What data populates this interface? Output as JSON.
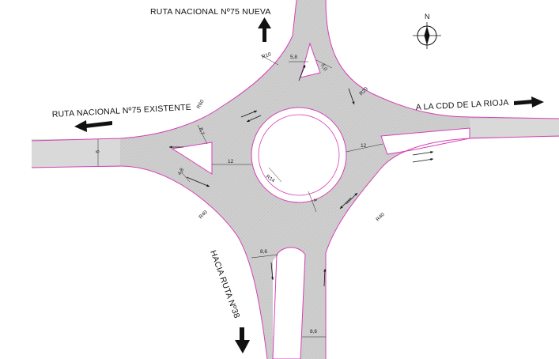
{
  "labels": {
    "north": "RUTA NACIONAL Nº75 NUEVA",
    "west": "RUTA NACIONAL Nº75 EXISTENTE",
    "east": "A LA CDD DE LA RIOJA",
    "south": "HACIA RUTA Nº38",
    "compass": "N"
  },
  "dimensions": {
    "r_nw_island": "R10",
    "w_north_island": "5,8",
    "r_ne_island": "5,0",
    "r_ne_corner": "R20",
    "r_nw_corner": "R60",
    "w_west_approach": "8,7",
    "w_west_road": "9",
    "w_west_island": "4,8",
    "ring_width_west": "12",
    "ring_width_east": "12",
    "r_central": "R14",
    "r_small": "4",
    "r_sw_corner": "R40",
    "r_se_corner": "R40",
    "w_south_left": "8,6",
    "w_south_bottom": "8,6"
  },
  "colors": {
    "pavement": "#c9c9c9",
    "edge_line": "#d63fb5",
    "text": "#111111"
  }
}
